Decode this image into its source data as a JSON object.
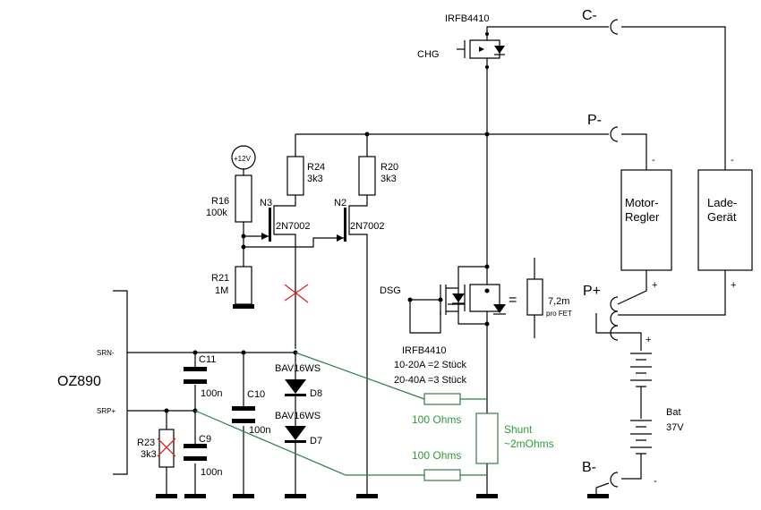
{
  "labels": {
    "top_fet": "IRFB4410",
    "chg": "CHG",
    "dsg": "DSG",
    "c_minus": "C-",
    "p_minus": "P-",
    "p_plus": "P+",
    "b_minus": "B-",
    "motor_line1": "Motor-",
    "motor_line2": "Regler",
    "charger_line1": "Lade-",
    "charger_line2": "Gerät",
    "minus": "-",
    "plus": "+",
    "supply": "+12V",
    "r16_name": "R16",
    "r16_value": "100k",
    "r21_name": "R21",
    "r21_value": "1M",
    "r24_name": "R24",
    "r24_value": "3k3",
    "r20_name": "R20",
    "r20_value": "3k3",
    "n3_name": "N3",
    "n3_part": "2N7002",
    "n2_name": "N2",
    "n2_part": "2N7002",
    "ic": "OZ890",
    "srn": "SRN-",
    "srp": "SRP+",
    "c11_name": "C11",
    "c11_value": "100n",
    "c10_name": "C10",
    "c10_value": "100n",
    "c9_name": "C9",
    "c9_value": "100n",
    "r23_name": "R23",
    "r23_value": "3k3",
    "d8_part": "BAV16WS",
    "d8_name": "D8",
    "d7_part": "BAV16WS",
    "d7_name": "D7",
    "equals": "=",
    "shunt_res": "7,2m",
    "shunt_res_note": "pro FET",
    "dsg_fet": "IRFB4410",
    "dsg_count_1": "10-20A =2 Stück",
    "dsg_count_2": "20-40A =3 Stück",
    "filter_r1": "100 Ohms",
    "filter_r2": "100 Ohms",
    "shunt_line1": "Shunt",
    "shunt_line2": "~2mOhms",
    "bat_name": "Bat",
    "bat_voltage": "37V"
  },
  "colors": {
    "wire": "#000000",
    "sense_wire": "#2e7d4a",
    "sense_text": "#2e9a3a",
    "strike": "#e02020"
  }
}
